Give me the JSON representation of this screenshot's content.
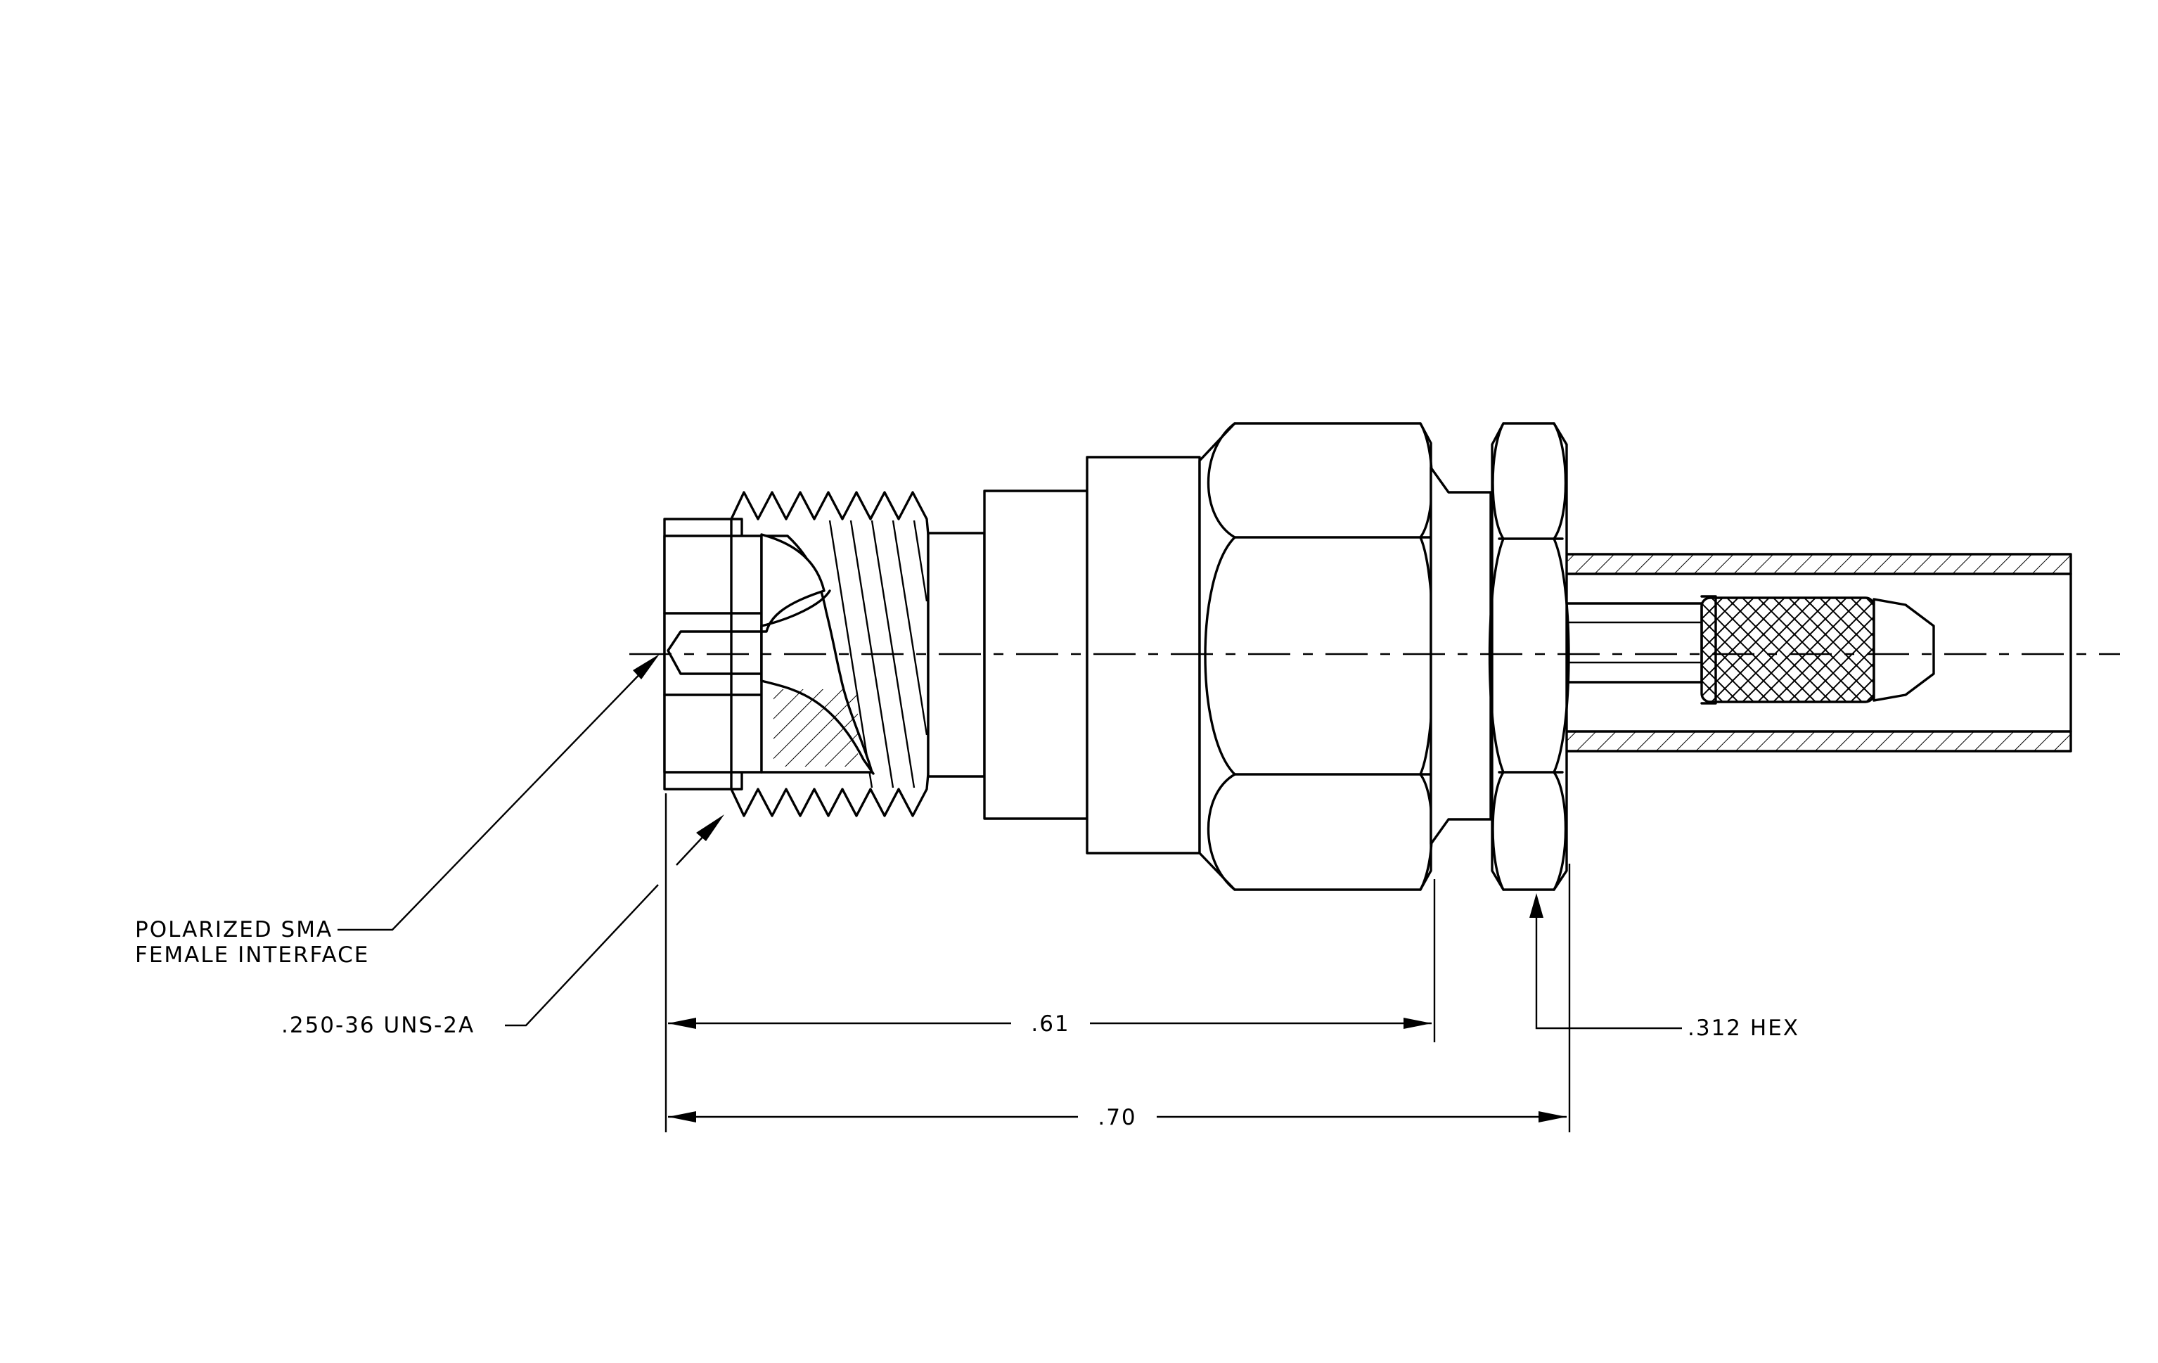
{
  "callouts": {
    "interface_line1": "POLARIZED SMA",
    "interface_line2": "FEMALE INTERFACE",
    "thread": ".250-36 UNS-2A",
    "hex": ".312 HEX"
  },
  "dimensions": {
    "length_to_flange": ".61",
    "overall_length": ".70"
  }
}
